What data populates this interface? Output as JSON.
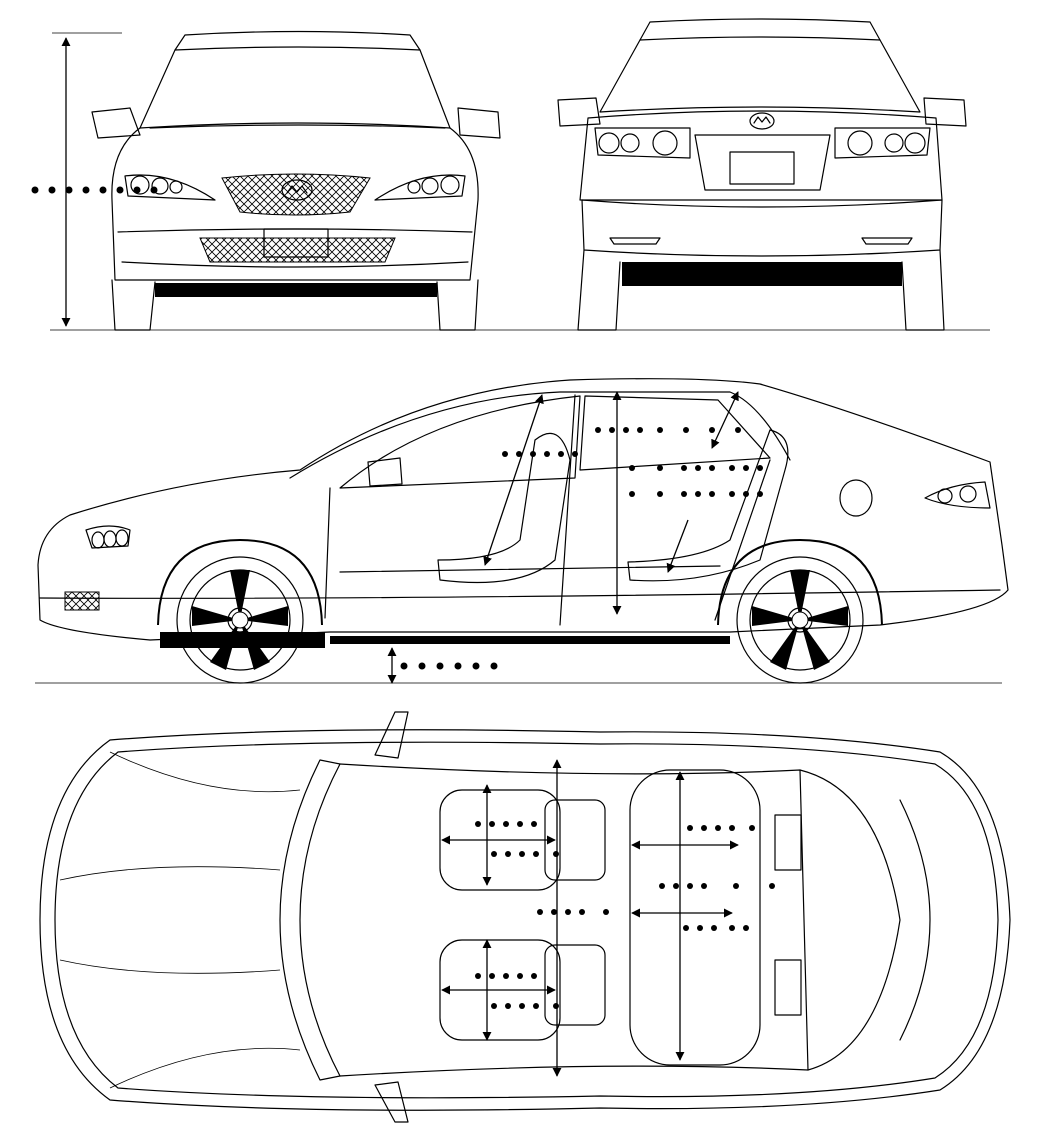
{
  "drawing": {
    "views": [
      {
        "id": "front",
        "label": "front-view"
      },
      {
        "id": "rear",
        "label": "rear-view"
      },
      {
        "id": "side",
        "label": "side-view"
      },
      {
        "id": "top",
        "label": "top-view"
      }
    ],
    "placeholders": {
      "dim_label": "",
      "caption": ""
    },
    "colors": {
      "ink": "#000000",
      "paper": "#ffffff"
    }
  }
}
